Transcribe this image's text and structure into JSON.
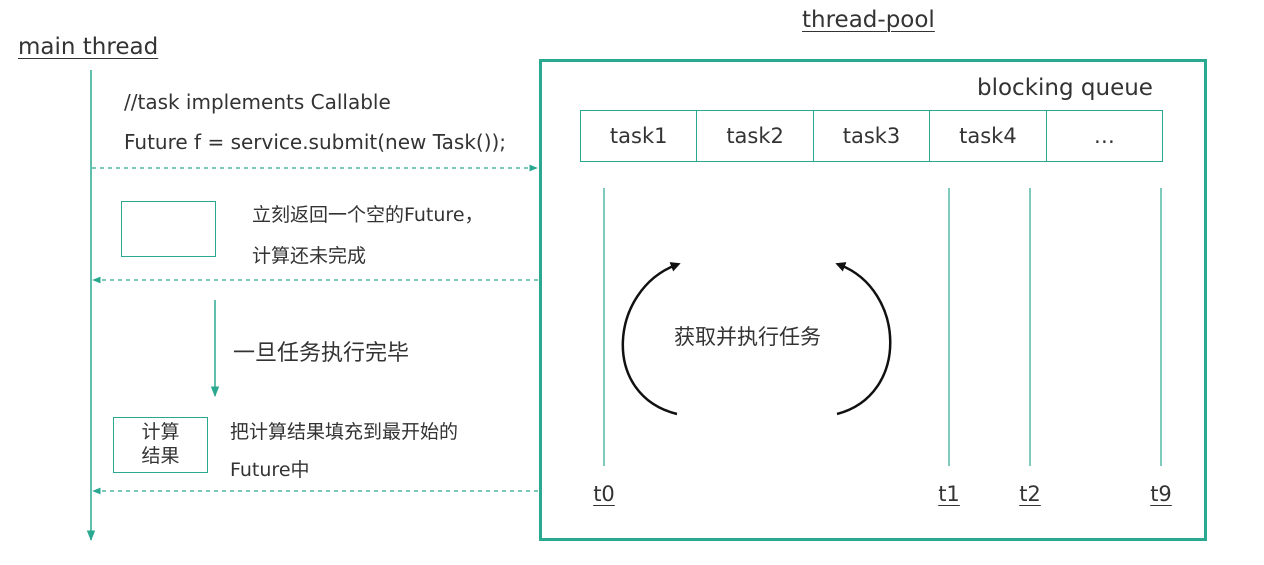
{
  "main_thread": {
    "title": "main thread",
    "code_comment": "//task implements Callable",
    "code_submit": "Future f = service.submit(new Task());",
    "return_line1": "立刻返回一个空的Future，",
    "return_line2": "计算还未完成",
    "completed_label": "一旦任务执行完毕",
    "result_box_line1": "计算",
    "result_box_line2": "结果",
    "fill_line1": "把计算结果填充到最开始的",
    "fill_line2": "Future中"
  },
  "thread_pool": {
    "title": "thread-pool",
    "queue_title": "blocking queue",
    "tasks": [
      "task1",
      "task2",
      "task3",
      "task4",
      "…"
    ],
    "cycle_label": "获取并执行任务",
    "threads": [
      "t0",
      "t1",
      "t2",
      "t9"
    ]
  },
  "colors": {
    "accent": "#2aa890",
    "text": "#333333",
    "cycle_arrow": "#111111"
  }
}
